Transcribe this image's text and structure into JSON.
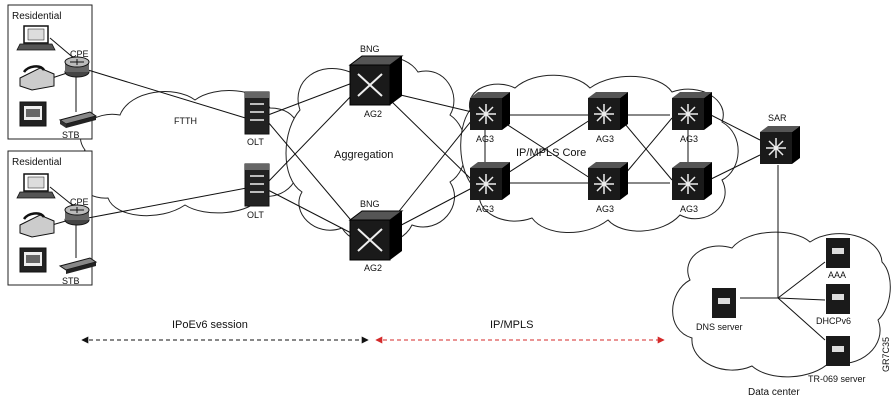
{
  "groups": {
    "residential_1": "Residential",
    "residential_2": "Residential"
  },
  "clouds": {
    "ftth": "FTTH",
    "aggregation": "Aggregation",
    "core": "IP/MPLS Core",
    "datacenter": "Data center"
  },
  "devices": {
    "cpe_1": "CPE",
    "stb_1": "STB",
    "cpe_2": "CPE",
    "stb_2": "STB",
    "olt_1": "OLT",
    "olt_2": "OLT",
    "bng_1": "BNG",
    "ag2_1": "AG2",
    "bng_2": "BNG",
    "ag2_2": "AG2",
    "ag3_1": "AG3",
    "ag3_2": "AG3",
    "ag3_3": "AG3",
    "ag3_4": "AG3",
    "ag3_5": "AG3",
    "ag3_6": "AG3",
    "sar": "SAR",
    "dns": "DNS server",
    "aaa": "AAA",
    "dhcp": "DHCPv6",
    "tr069": "TR-069 server"
  },
  "arrows": {
    "ipoe": "IPoEv6 session",
    "mpls": "IP/MPLS"
  },
  "figure_id": "GR7C35",
  "colors": {
    "line": "#111111",
    "mpls_arrow": "#d42a2a"
  }
}
